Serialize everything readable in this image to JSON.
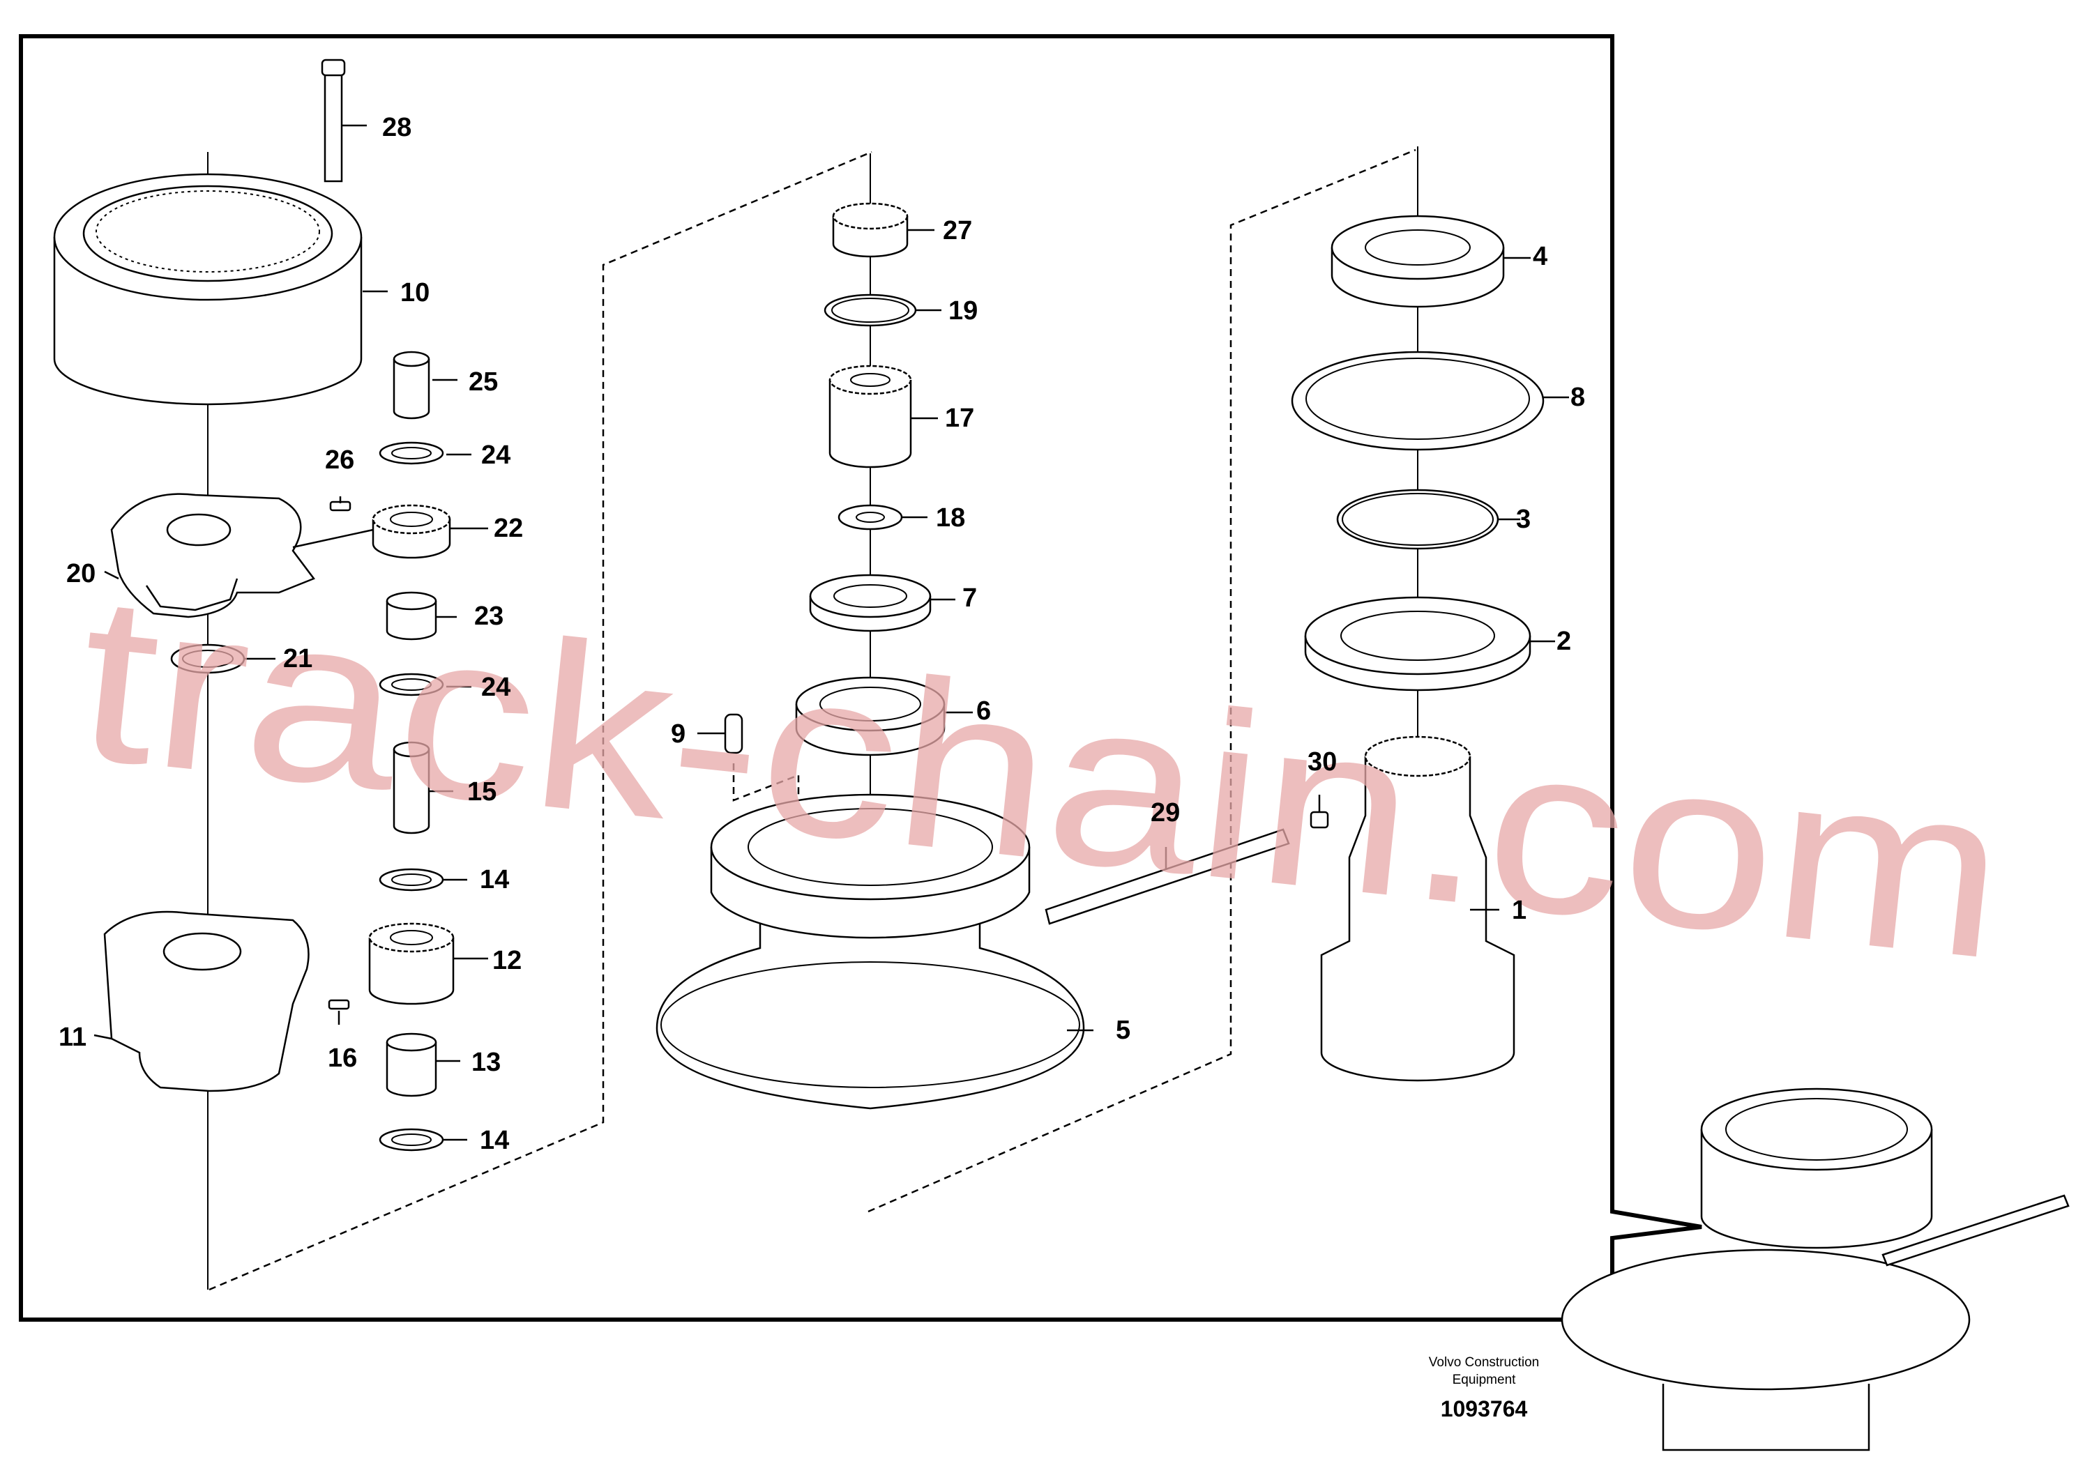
{
  "callouts": [
    "28",
    "10",
    "25",
    "24",
    "26",
    "22",
    "20",
    "23",
    "21",
    "24",
    "27",
    "19",
    "17",
    "18",
    "7",
    "6",
    "9",
    "15",
    "14",
    "12",
    "11",
    "16",
    "13",
    "14",
    "5",
    "29",
    "30",
    "1",
    "4",
    "8",
    "3",
    "2"
  ],
  "caption": {
    "company_line1": "Volvo Construction",
    "company_line2": "Equipment",
    "part_number": "1093764"
  },
  "watermark": "track-chain.com"
}
